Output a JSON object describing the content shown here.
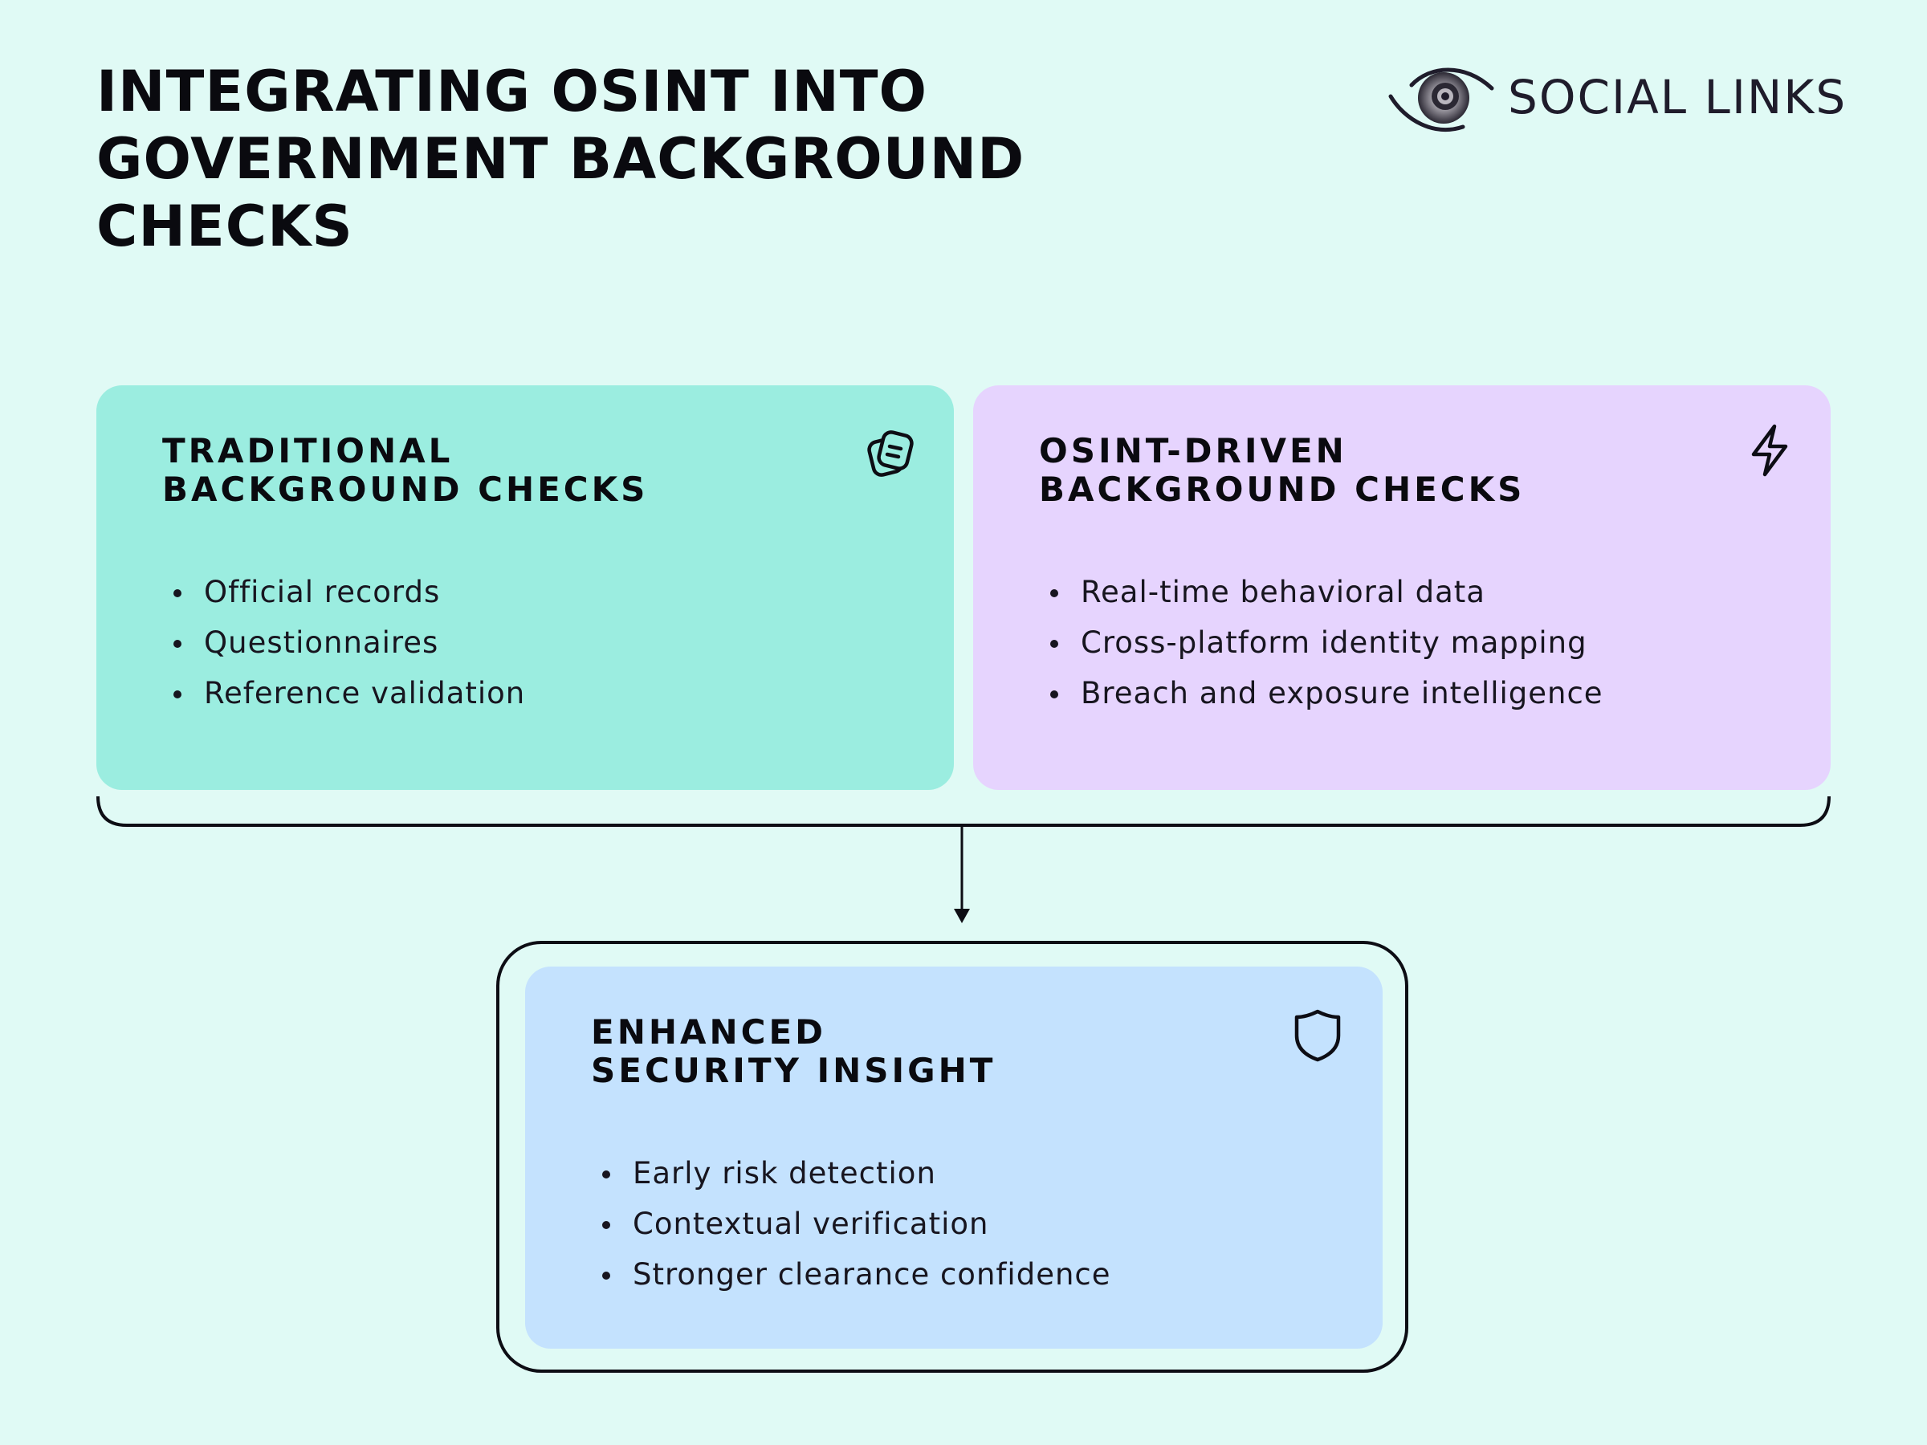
{
  "header": {
    "title": "INTEGRATING OSINT INTO GOVERNMENT BACKGROUND CHECKS",
    "title_lines": [
      "INTEGRATING OSINT INTO",
      "GOVERNMENT BACKGROUND",
      "CHECKS"
    ]
  },
  "logo": {
    "text": "SOCIAL LINKS",
    "icon": "eye-logo-icon"
  },
  "cards": {
    "traditional": {
      "title_lines": [
        "TRADITIONAL",
        "BACKGROUND CHECKS"
      ],
      "icon": "document-stack-icon",
      "color": "#9bede0",
      "items": [
        "Official records",
        "Questionnaires",
        "Reference validation"
      ]
    },
    "osint": {
      "title_lines": [
        "OSINT-DRIVEN",
        "BACKGROUND CHECKS"
      ],
      "icon": "lightning-icon",
      "color": "#e6d4fe",
      "items": [
        "Real-time behavioral data",
        "Cross-platform identity mapping",
        "Breach and exposure intelligence"
      ]
    },
    "enhanced": {
      "title_lines": [
        "ENHANCED",
        "SECURITY INSIGHT"
      ],
      "icon": "shield-icon",
      "color": "#c4e2fe",
      "items": [
        "Early risk detection",
        "Contextual verification",
        "Stronger clearance confidence"
      ]
    }
  },
  "colors": {
    "background": "#e0faf5",
    "ink": "#0d0d14"
  }
}
